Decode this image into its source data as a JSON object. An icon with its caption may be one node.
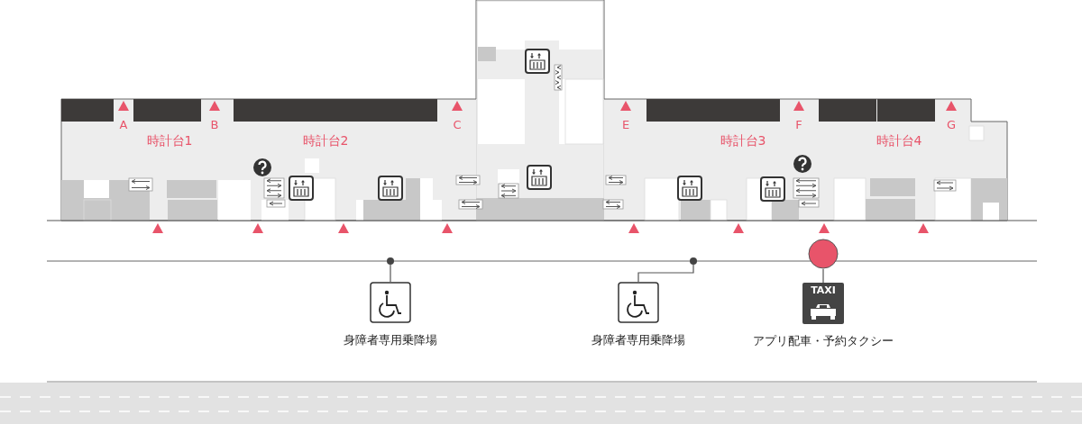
{
  "diagram": {
    "nodes": [
      {
        "text": [],
        "shape": "bar"
      },
      {
        "text": [],
        "shape": "bar"
      },
      {
        "text": [],
        "shape": "bar"
      },
      {
        "text": [],
        "shape": "bar"
      },
      {
        "text": [],
        "shape": "bar"
      },
      {
        "text": [],
        "shape": "bar"
      },
      {
        "text": [],
        "shape": "circle"
      },
      {
        "text": [
          "身障者専用乗降場"
        ]
      },
      {
        "text": [],
        "shape": "circle"
      },
      {
        "text": [
          "身障者専用乗降場"
        ]
      },
      {
        "text": [],
        "shape": "circle"
      },
      {
        "text": [
          "TAXI",
          "アプリ配車・予約タクシー"
        ]
      }
    ],
    "edges": [
      {
        "from": 6,
        "to": 7,
        "arrow": "none"
      },
      {
        "from": 8,
        "to": 9,
        "arrow": "none"
      },
      {
        "from": 10,
        "to": 11,
        "arrow": "none"
      }
    ],
    "labels": [
      "A",
      "B",
      "C",
      "E",
      "F",
      "G",
      "時計台1",
      "時計台2",
      "時計台3",
      "時計台4"
    ]
  }
}
